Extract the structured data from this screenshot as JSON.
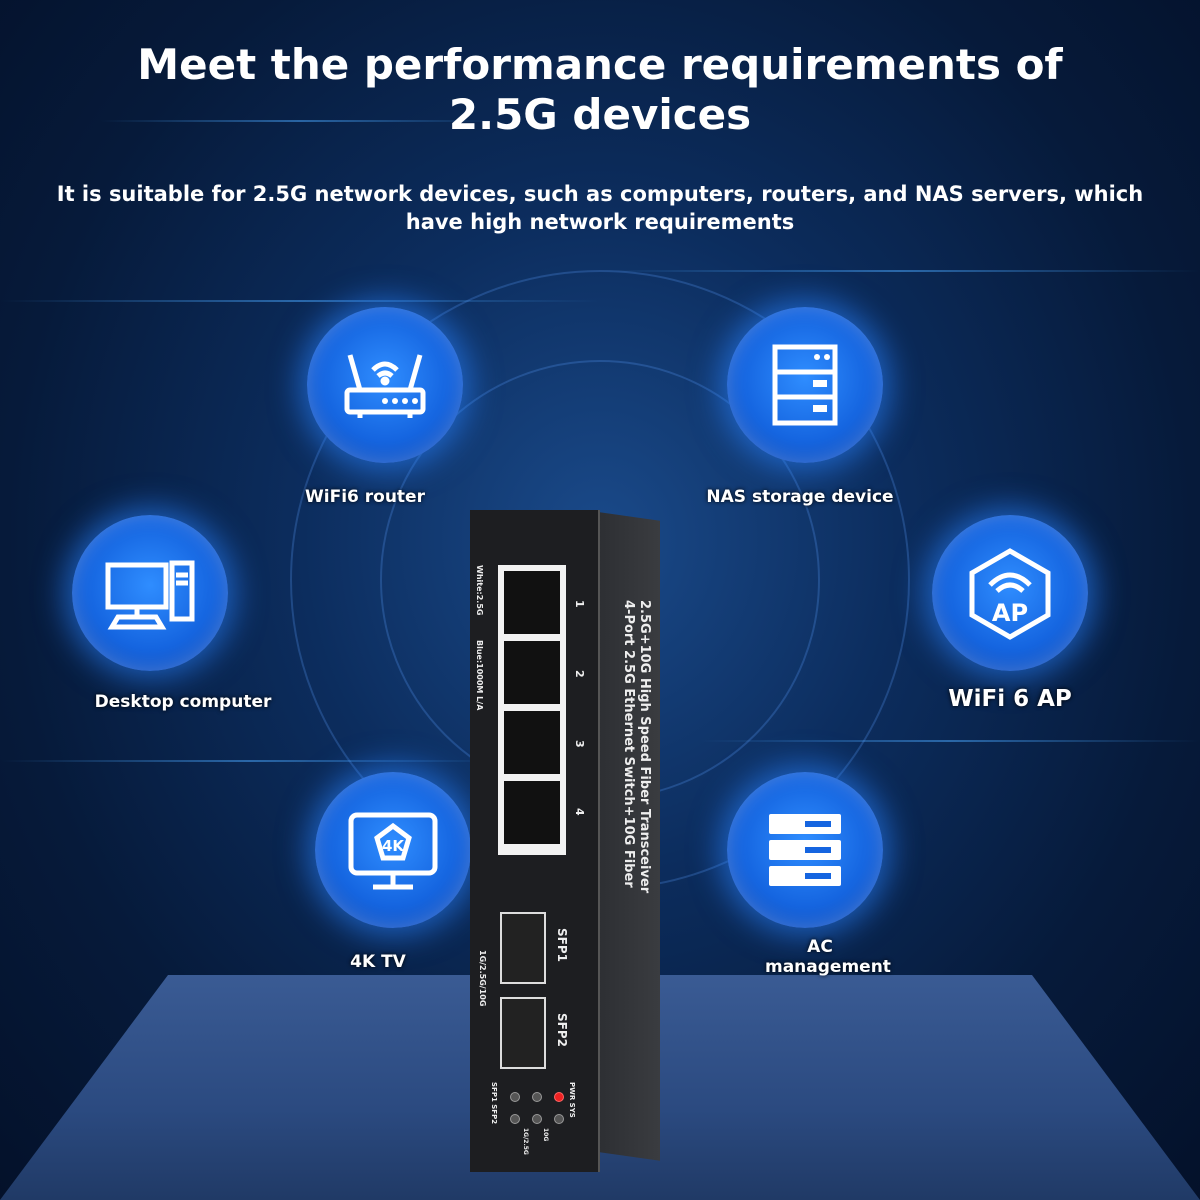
{
  "title_line1": "Meet the performance requirements of",
  "title_line2": "2.5G devices",
  "subtitle": "It is suitable for 2.5G network devices, such as computers, routers, and NAS servers, which have high network requirements",
  "devices": [
    {
      "label": "WiFi6 router",
      "icon": "router-icon"
    },
    {
      "label": "NAS storage device",
      "icon": "server-icon"
    },
    {
      "label": "Desktop computer",
      "icon": "desktop-icon"
    },
    {
      "label": "WiFi 6 AP",
      "icon": "access-point-icon",
      "badge": "AP"
    },
    {
      "label": "4K TV",
      "icon": "tv-icon",
      "badge": "4K"
    },
    {
      "label": "AC management",
      "icon": "server-rack-icon"
    }
  ],
  "switch": {
    "side_line1": "2.5G+10G High Speed Fiber Transceiver",
    "side_line2": "4-Port 2.5G Ethernet Switch+10G Fiber",
    "led_legend1": "White:2.5G",
    "led_legend2": "Blue:1000M L/A",
    "ports": [
      "1",
      "2",
      "3",
      "4"
    ],
    "sfp1": "SFP1",
    "sfp2": "SFP2",
    "sfp_speed": "1G/2.5G/10G",
    "pwr": "PWR SYS",
    "sfp_leds": "SFP1 SFP2",
    "speed_1g": "1G/2.5G",
    "speed_10g": "10G"
  }
}
